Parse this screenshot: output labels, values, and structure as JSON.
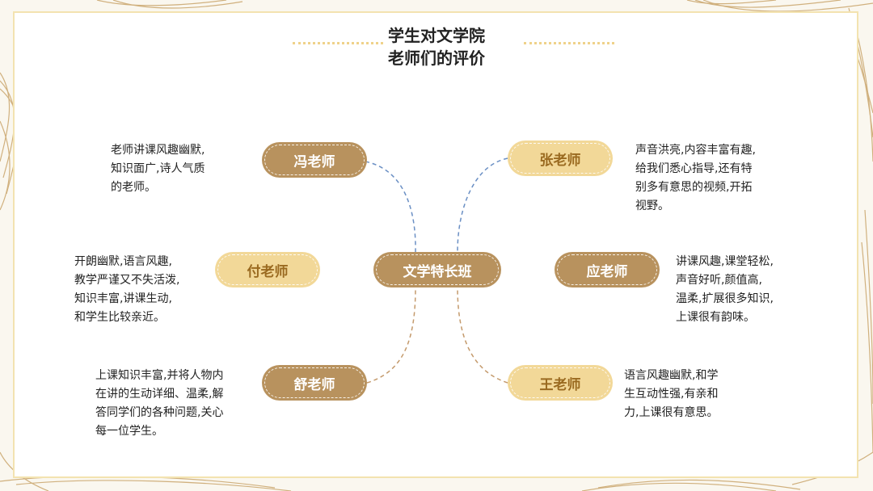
{
  "title": {
    "line1": "学生对文学院",
    "line2": "老师们的评价"
  },
  "center": {
    "label": "文学特长班"
  },
  "teachers": [
    {
      "name": "冯老师",
      "desc": [
        "老师讲课风趣幽默,",
        "知识面广,诗人气质",
        "的老师。"
      ]
    },
    {
      "name": "付老师",
      "desc": [
        "开朗幽默,语言风趣,",
        "教学严谨又不失活泼,",
        "知识丰富,讲课生动,",
        "和学生比较亲近。"
      ]
    },
    {
      "name": "舒老师",
      "desc": [
        "上课知识丰富,并将人物内",
        "在讲的生动详细、温柔,解",
        "答同学们的各种问题,关心",
        "每一位学生。"
      ]
    },
    {
      "name": "张老师",
      "desc": [
        "声音洪亮,内容丰富有趣,",
        "给我们悉心指导,还有特",
        "别多有意思的视频,开拓",
        "视野。"
      ]
    },
    {
      "name": "应老师",
      "desc": [
        "讲课风趣,课堂轻松,",
        "声音好听,颜值高,",
        "温柔,扩展很多知识,",
        "上课很有韵味。"
      ]
    },
    {
      "name": "王老师",
      "desc": [
        "语言风趣幽默,和学",
        "生互动性强,有亲和",
        "力,上课很有意思。"
      ]
    }
  ],
  "colors": {
    "dark_pill": "#b8925e",
    "light_pill": "#f2d898",
    "blue_link": "#6a8fc4",
    "brown_link": "#c49a6c"
  }
}
